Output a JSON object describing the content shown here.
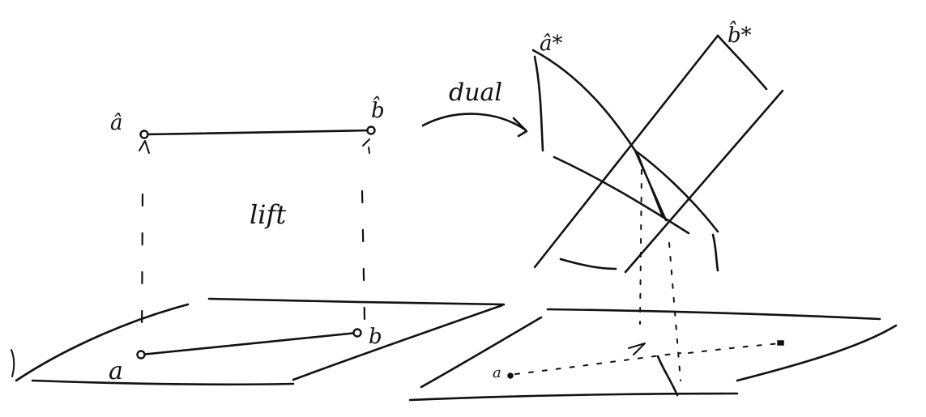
{
  "labels": {
    "a_hat": "â",
    "b_hat": "b̂",
    "lift": "lift",
    "dual": "dual",
    "a_hat_star": "â*",
    "b_hat_star": "b̂*",
    "a_low": "a",
    "b_low": "b"
  },
  "colors": {
    "ink": "#111111",
    "paper": "#ffffff"
  }
}
